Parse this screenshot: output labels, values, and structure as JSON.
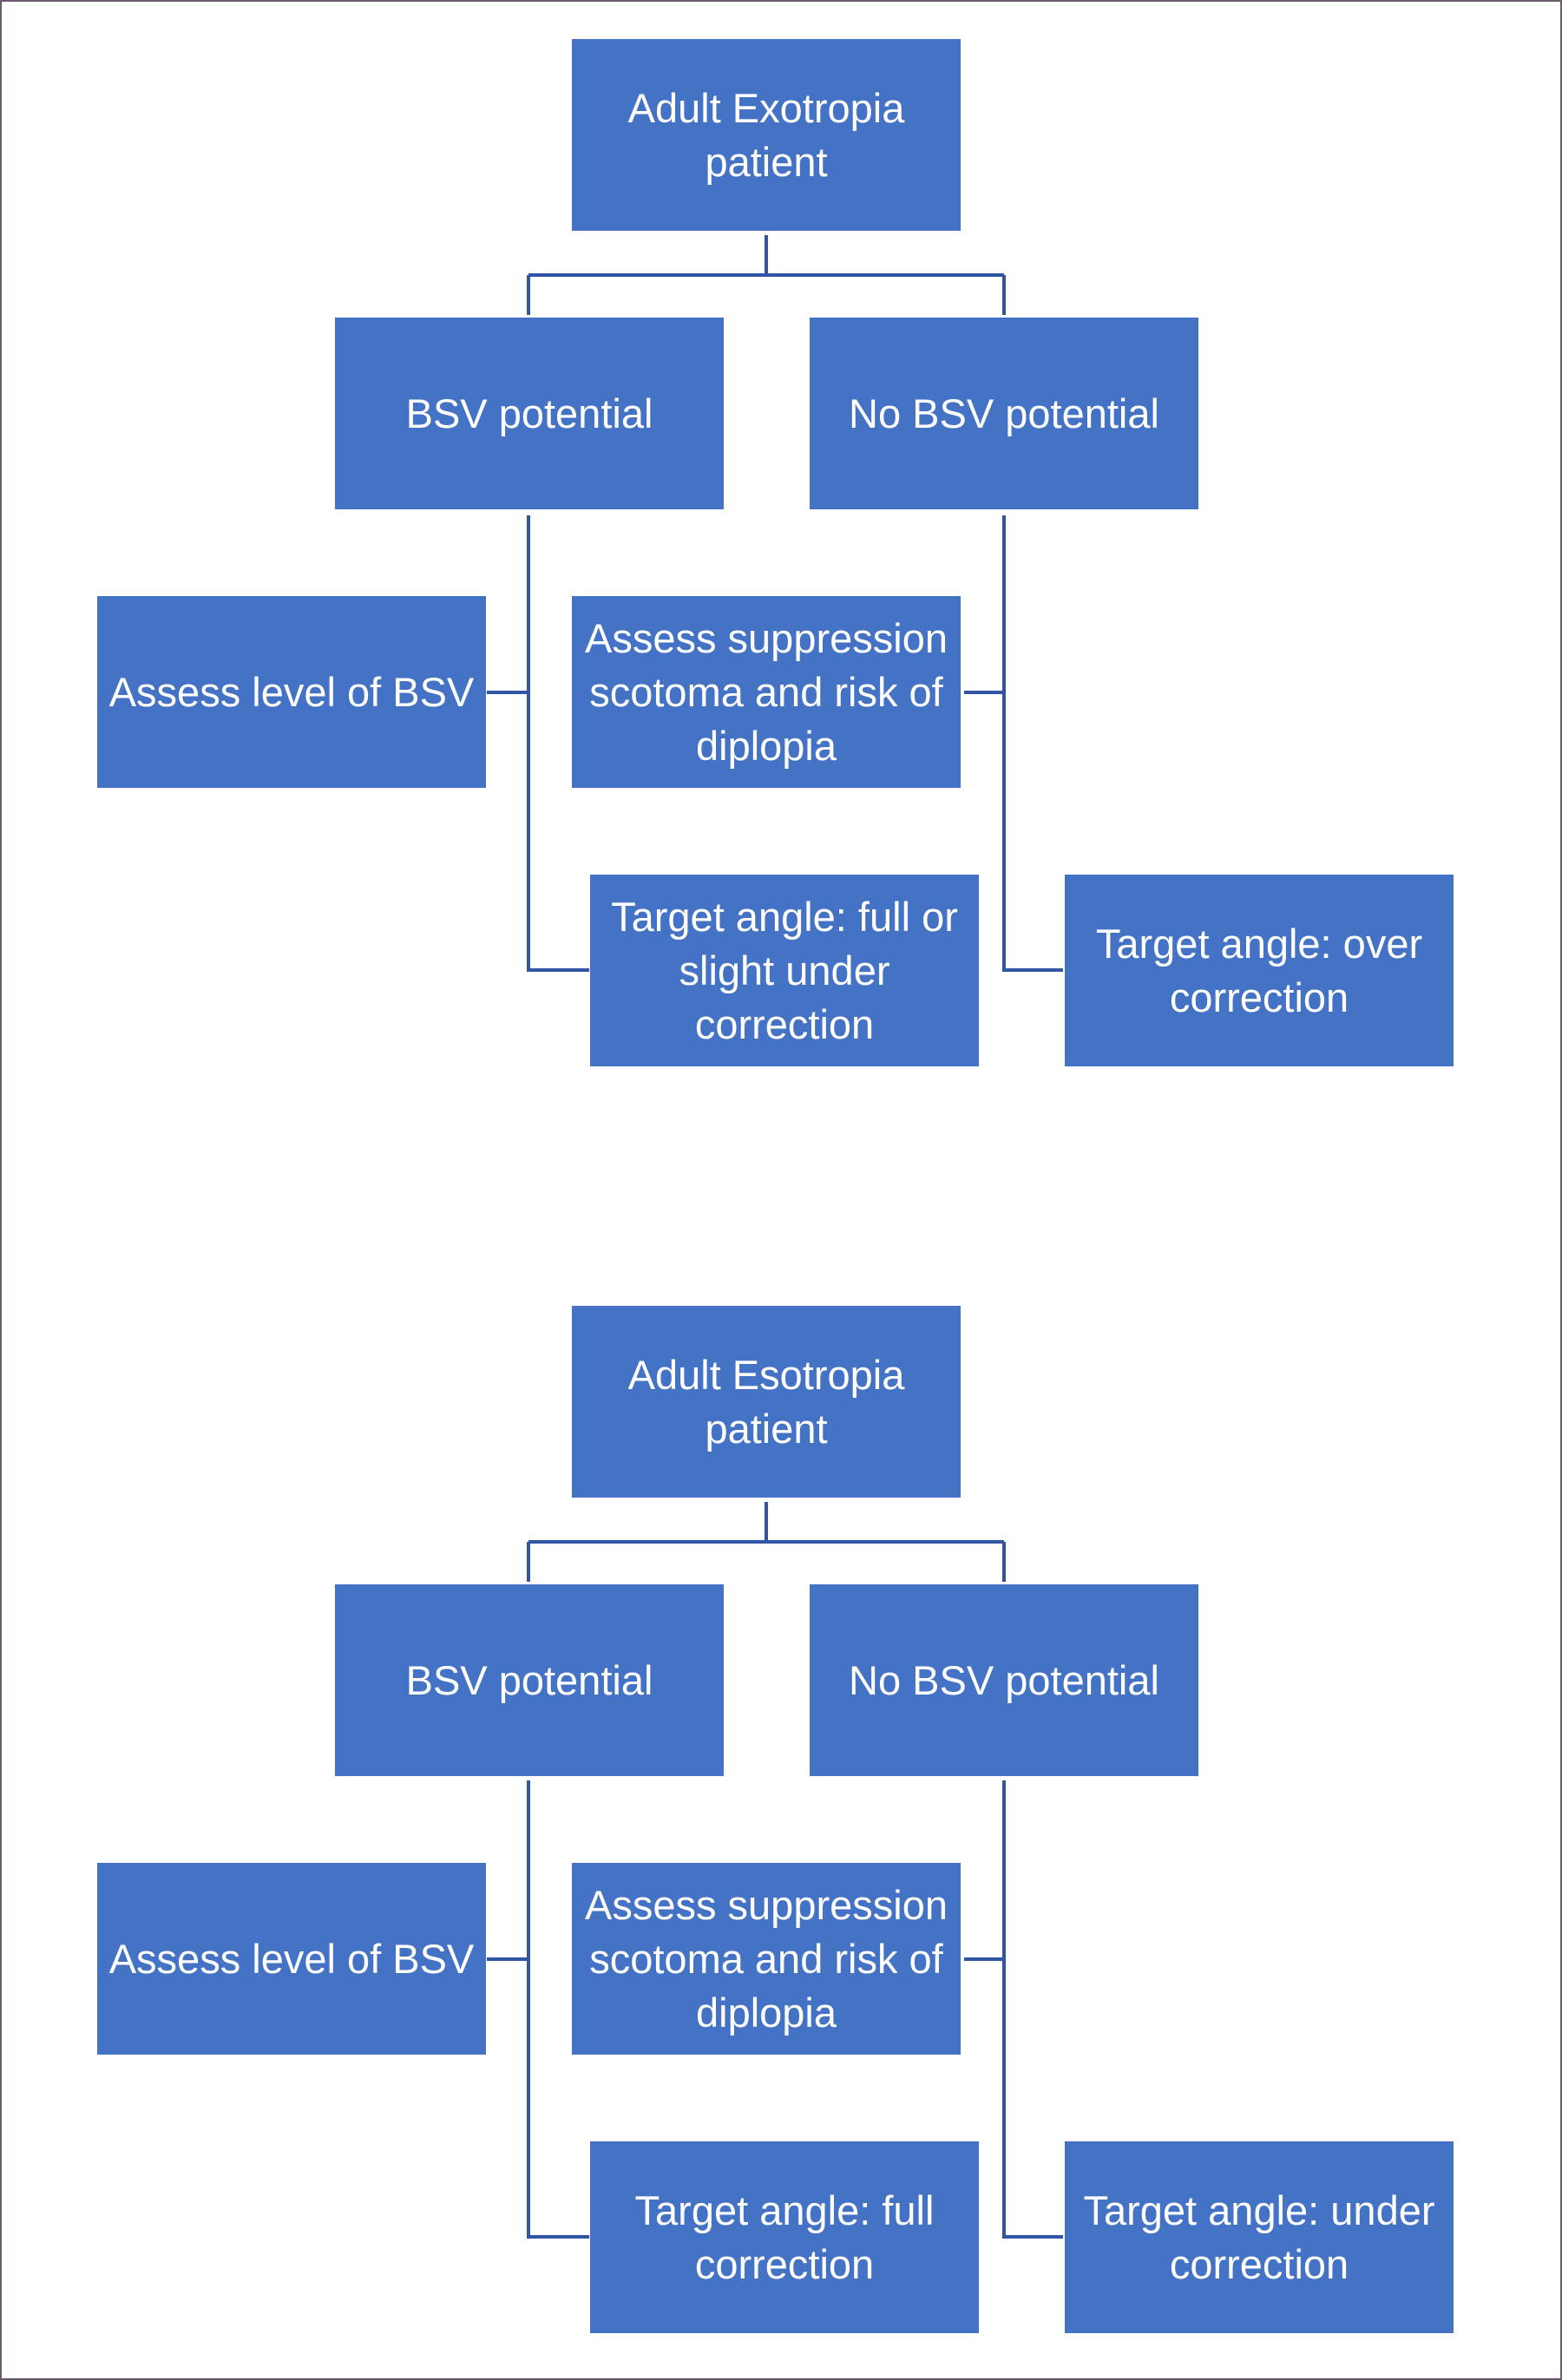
{
  "flowcharts": [
    {
      "root": "Adult Exotropia\npatient",
      "left_branch": "BSV potential",
      "right_branch": "No BSV potential",
      "left_step": "Assess level of BSV",
      "right_step": "Assess suppression scotoma and risk of diplopia",
      "left_target": "Target angle: full or slight under correction",
      "right_target": "Target angle: over correction"
    },
    {
      "root": "Adult Esotropia\npatient",
      "left_branch": "BSV potential",
      "right_branch": "No BSV potential",
      "left_step": "Assess level of BSV",
      "right_step": "Assess suppression scotoma and risk of diplopia",
      "left_target": "Target angle: full correction",
      "right_target": "Target angle: under correction"
    }
  ]
}
